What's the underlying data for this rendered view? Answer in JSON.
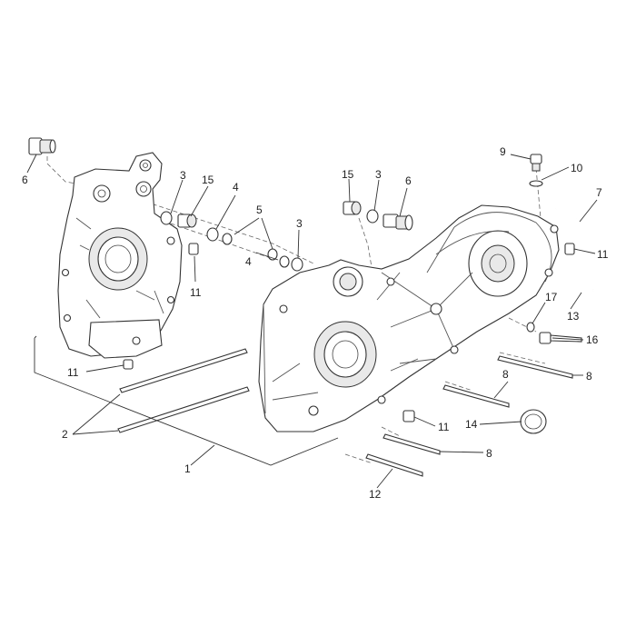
{
  "callouts": [
    {
      "id": "c6a",
      "number": "6"
    },
    {
      "id": "c3a",
      "number": "3"
    },
    {
      "id": "c15a",
      "number": "15"
    },
    {
      "id": "c4a",
      "number": "4"
    },
    {
      "id": "c5",
      "number": "5"
    },
    {
      "id": "c11a",
      "number": "11"
    },
    {
      "id": "c4b",
      "number": "4"
    },
    {
      "id": "c3b",
      "number": "3"
    },
    {
      "id": "c15b",
      "number": "15"
    },
    {
      "id": "c3c",
      "number": "3"
    },
    {
      "id": "c6b",
      "number": "6"
    },
    {
      "id": "c9",
      "number": "9"
    },
    {
      "id": "c10",
      "number": "10"
    },
    {
      "id": "c7",
      "number": "7"
    },
    {
      "id": "c11b",
      "number": "11"
    },
    {
      "id": "c17",
      "number": "17"
    },
    {
      "id": "c13",
      "number": "13"
    },
    {
      "id": "c16",
      "number": "16"
    },
    {
      "id": "c8a",
      "number": "8"
    },
    {
      "id": "c8b",
      "number": "8"
    },
    {
      "id": "c11c",
      "number": "11"
    },
    {
      "id": "c14",
      "number": "14"
    },
    {
      "id": "c8c",
      "number": "8"
    },
    {
      "id": "c12",
      "number": "12"
    },
    {
      "id": "c11d",
      "number": "11"
    },
    {
      "id": "c2",
      "number": "2"
    },
    {
      "id": "c1",
      "number": "1"
    }
  ]
}
